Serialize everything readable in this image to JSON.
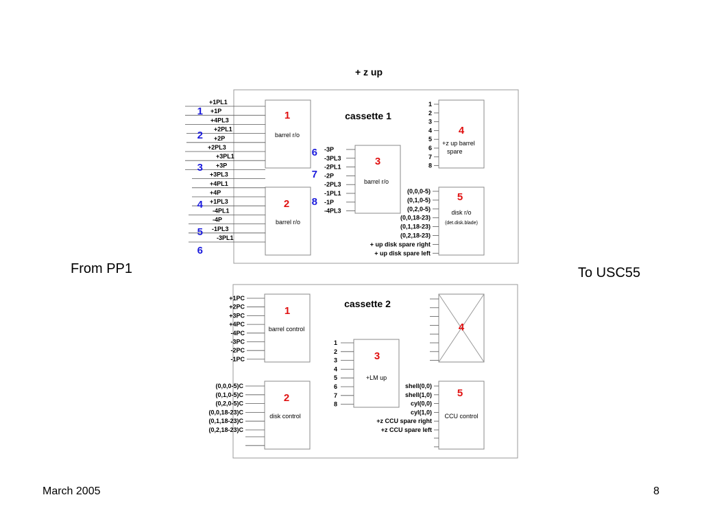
{
  "slide": {
    "title": "+ z up",
    "from_label": "From PP1",
    "to_label": "To USC55",
    "date": "March 2005",
    "page_number": "8"
  },
  "colors": {
    "number_red": "#e01010",
    "number_blue": "#1a1adc",
    "line": "#555555"
  },
  "cassette1": {
    "title": "cassette 1",
    "box1": {
      "num": "1",
      "label": "barrel r/o"
    },
    "box2": {
      "num": "2",
      "label": "barrel r/o"
    },
    "box3": {
      "num": "3",
      "label": "barrel r/o"
    },
    "box4": {
      "num": "4",
      "label1": "+z up barrel",
      "label2": "spare"
    },
    "box5": {
      "num": "5",
      "label1": "disk r/o",
      "label2": "(det.disk.blade)"
    },
    "left_labels": [
      "+1PL1",
      "+1P",
      "+4PL3",
      "+2PL1",
      "+2P",
      "+2PL3",
      "+3PL1",
      "+3P",
      "+3PL3",
      "+4PL1",
      "+4P",
      "+1PL3",
      "-4PL1",
      "-4P",
      "-1PL3",
      "-3PL1"
    ],
    "blue_groups": [
      "1",
      "2",
      "3",
      "4",
      "5",
      "6"
    ],
    "mid_blue": [
      "6",
      "7",
      "8"
    ],
    "mid_labels": [
      "-3P",
      "-3PL3",
      "-2PL1",
      "-2P",
      "-2PL3",
      "-1PL1",
      "-1P",
      "-4PL3"
    ],
    "box4_pins": [
      "1",
      "2",
      "3",
      "4",
      "5",
      "6",
      "7",
      "8"
    ],
    "box5_labels": [
      "(0,0,0-5)",
      "(0,1,0-5)",
      "(0,2,0-5)",
      "(0,0,18-23)",
      "(0,1,18-23)",
      "(0,2,18-23)",
      "+ up disk spare right",
      "+ up disk spare left"
    ]
  },
  "cassette2": {
    "title": "cassette 2",
    "box1": {
      "num": "1",
      "label": "barrel control"
    },
    "box2": {
      "num": "2",
      "label": "disk control"
    },
    "box3": {
      "num": "3",
      "label": "+LM up"
    },
    "box4": {
      "num": "4"
    },
    "box5": {
      "num": "5",
      "label": "CCU control"
    },
    "box1_labels": [
      "+1PC",
      "+2PC",
      "+3PC",
      "+4PC",
      "-4PC",
      "-3PC",
      "-2PC",
      "-1PC"
    ],
    "box2_labels": [
      "(0,0,0-5)C",
      "(0,1,0-5)C",
      "(0,2,0-5)C",
      "(0,0,18-23)C",
      "(0,1,18-23)C",
      "(0,2,18-23)C"
    ],
    "box3_pins": [
      "1",
      "2",
      "3",
      "4",
      "5",
      "6",
      "7",
      "8"
    ],
    "box5_labels": [
      "shell(0,0)",
      "shell(1,0)",
      "cyl(0,0)",
      "cyl(1,0)",
      "+z CCU spare right",
      "+z CCU spare left"
    ]
  }
}
